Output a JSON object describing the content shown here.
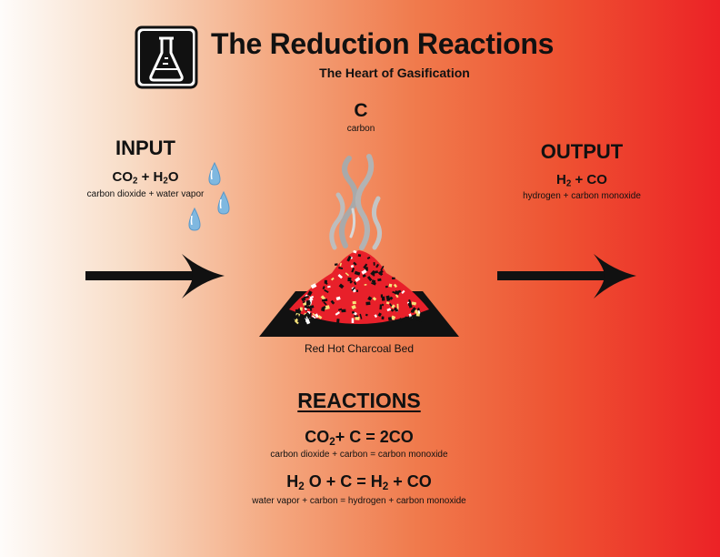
{
  "header": {
    "title": "The Reduction Reactions",
    "subtitle": "The Heart of Gasification",
    "icon": "flask-icon"
  },
  "center": {
    "carbon_symbol": "C",
    "carbon_name": "carbon",
    "bed_label": "Red Hot Charcoal Bed"
  },
  "input": {
    "heading": "INPUT",
    "formula": {
      "a": "CO",
      "a_sub": "2",
      "plus": " + ",
      "b": "H",
      "b_sub": "2",
      "b_end": "O"
    },
    "description": "carbon dioxide + water vapor"
  },
  "output": {
    "heading": "OUTPUT",
    "formula": {
      "a": "H",
      "a_sub": "2",
      "rest": " + CO"
    },
    "description": "hydrogen  +  carbon monoxide"
  },
  "reactions": {
    "heading": "REACTIONS",
    "r1": {
      "a": "CO",
      "a_sub": "2",
      "rest": "+  C  =  2CO",
      "description": "carbon dioxide + carbon  =  carbon monoxide"
    },
    "r2": {
      "a": "H",
      "a_sub": "2",
      "mid": " O  +  C  =  H",
      "mid_sub": "2",
      "rest": " + CO",
      "description": "water vapor  +  carbon  =  hydrogen  +  carbon monoxide"
    }
  },
  "colors": {
    "gradient_left": "#fefcfa",
    "gradient_right": "#ec2226",
    "charcoal_red": "#e8202a",
    "smoke": "#a9a9a9",
    "water_drop": "#7fb8e0"
  }
}
